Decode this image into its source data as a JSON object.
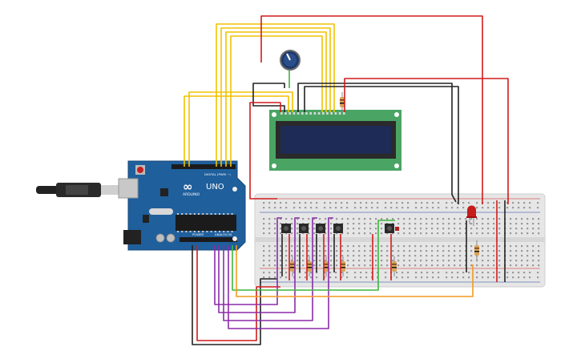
{
  "arduino": {
    "logo": "∞",
    "brand": "ARDUINO",
    "model": "UNO",
    "digital_label": "DIGITAL (PWM ~)",
    "power_label": "POWER",
    "analog_label": "ANALOG IN"
  },
  "lcd": {
    "background_color": "#1e2b56",
    "pcb_color": "#4aa564"
  },
  "colors": {
    "wire_yellow": "#f2c200",
    "wire_red": "#d21b1b",
    "wire_black": "#222222",
    "wire_purple": "#8a2ca8",
    "wire_green": "#3db63d",
    "wire_orange": "#f29a1f",
    "board_blue": "#1f5f9c",
    "breadboard": "#e6e6e6",
    "led": "#c61b1b"
  },
  "icons": {
    "potentiometer": "potentiometer-knob-icon",
    "usb": "usb-cable-icon",
    "led": "led-icon"
  }
}
